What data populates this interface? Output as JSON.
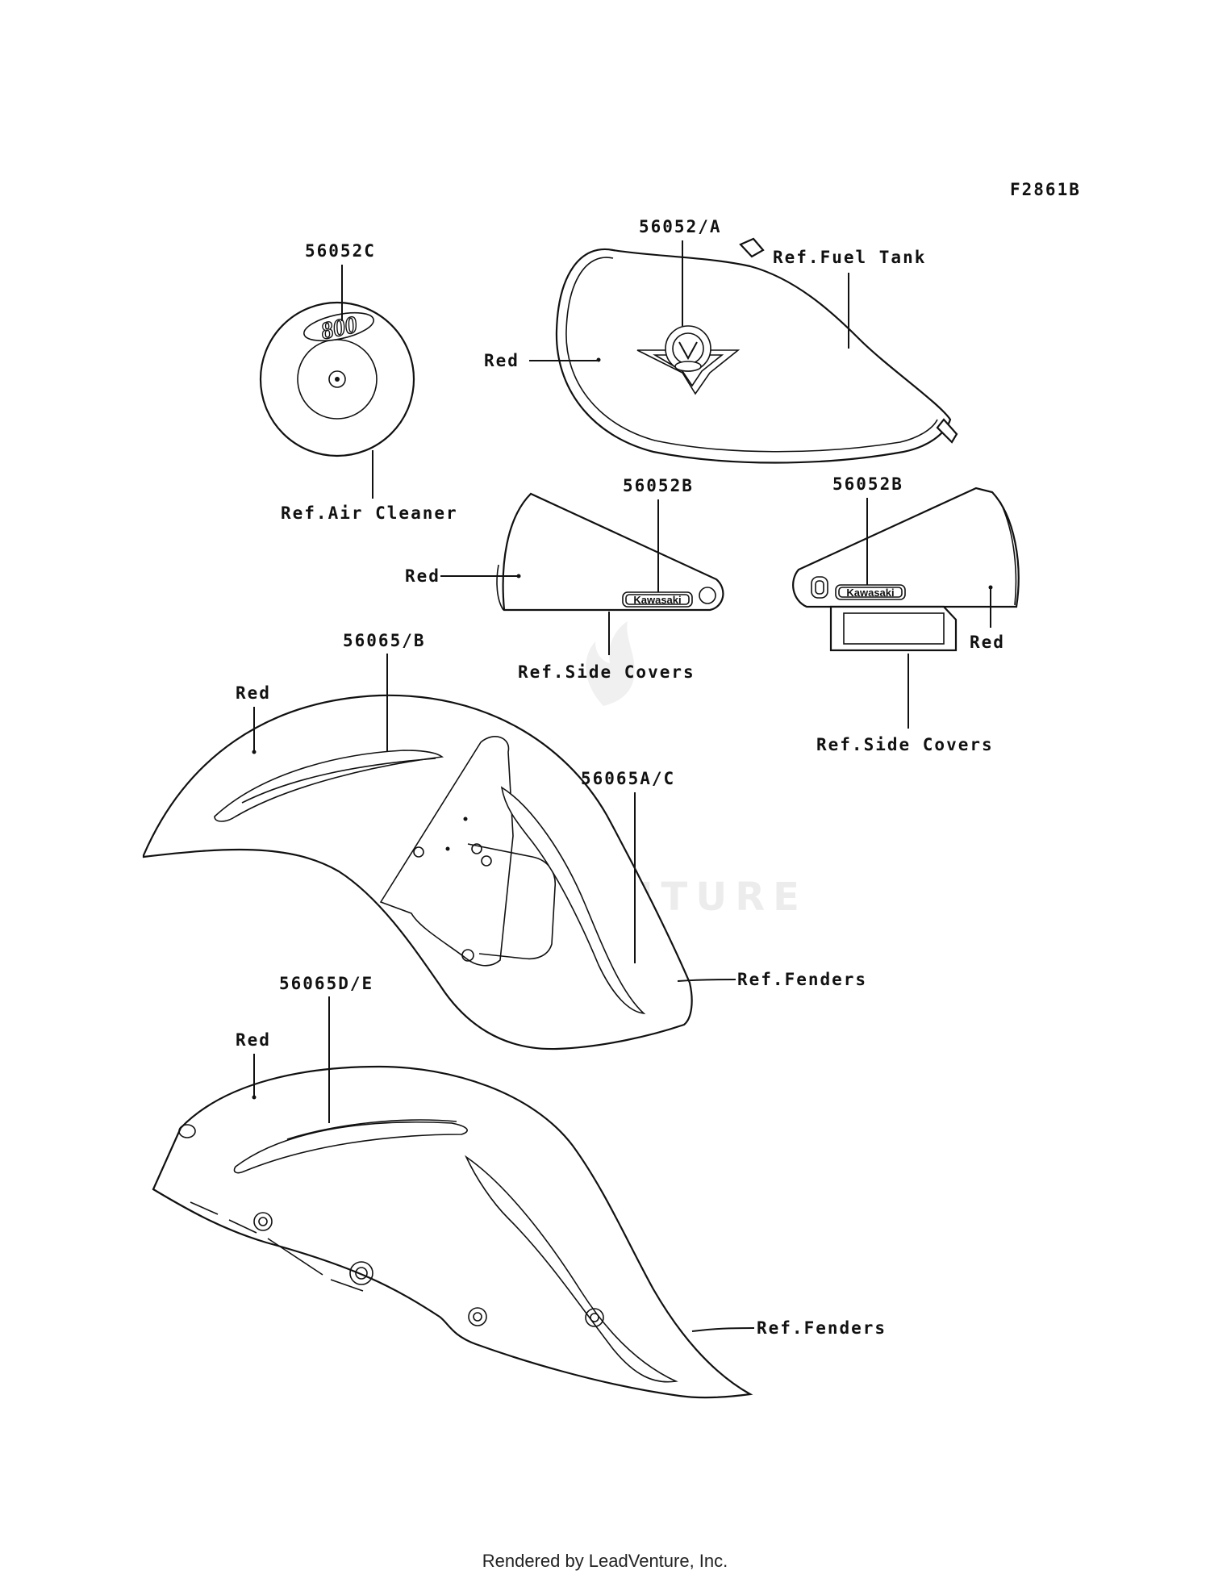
{
  "figure_code": "F2861B",
  "footer": "Rendered by LeadVenture, Inc.",
  "watermark": "LEADVENTURE",
  "callouts": {
    "air_cleaner_part": "56052C",
    "air_cleaner_ref": "Ref.Air Cleaner",
    "air_cleaner_logo": "800",
    "tank_part": "56052/A",
    "tank_ref": "Ref.Fuel Tank",
    "tank_color": "Red",
    "side_cover_left_part": "56052B",
    "side_cover_left_color": "Red",
    "side_cover_left_ref": "Ref.Side Covers",
    "side_cover_right_part": "56052B",
    "side_cover_right_color": "Red",
    "side_cover_right_ref": "Ref.Side Covers",
    "badge_text": "Kawasaki",
    "front_fender_upper_part": "56065/B",
    "front_fender_color": "Red",
    "front_fender_lower_part": "56065A/C",
    "front_fender_ref": "Ref.Fenders",
    "rear_fender_part": "56065D/E",
    "rear_fender_color": "Red",
    "rear_fender_ref": "Ref.Fenders"
  }
}
